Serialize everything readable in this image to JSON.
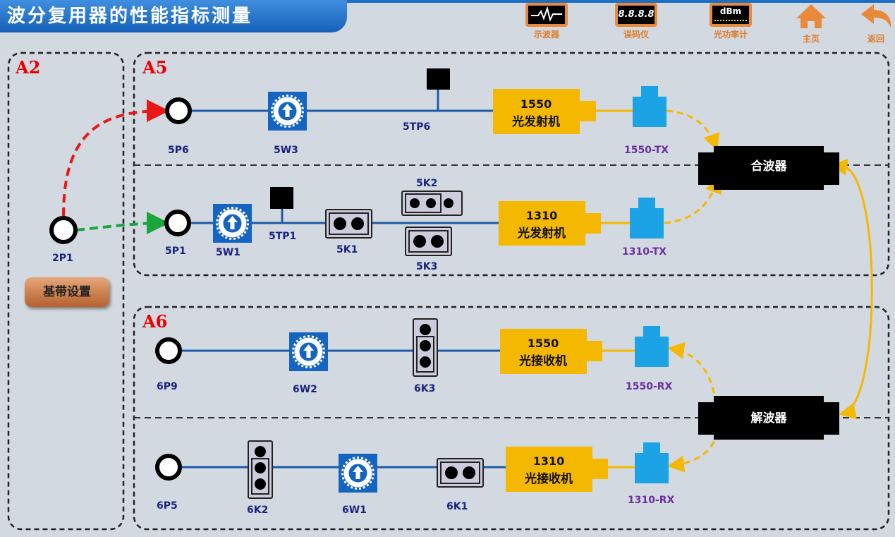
{
  "title": "波分复用器的性能指标测量",
  "toolbar": [
    {
      "label": "示波器",
      "icon": "oscilloscope-icon"
    },
    {
      "label": "误码仪",
      "icon": "bit-error-tester-icon",
      "screen": "8.8.8.8"
    },
    {
      "label": "光功率计",
      "icon": "optical-power-meter-icon",
      "screen": "dBm"
    },
    {
      "label": "主页",
      "icon": "home-icon"
    },
    {
      "label": "返回",
      "icon": "back-arrow-icon"
    }
  ],
  "areas": {
    "a2": "A2",
    "a5": "A5",
    "a6": "A6"
  },
  "baseband_button": "基带设置",
  "a2": {
    "port": "2P1"
  },
  "a5": {
    "p6": "5P6",
    "w3": "5W3",
    "tp6": "5TP6",
    "tx1550": [
      "1550",
      "光发射机"
    ],
    "conn1550": "1550-TX",
    "p1": "5P1",
    "w1": "5W1",
    "tp1": "5TP1",
    "k1": "5K1",
    "k2": "5K2",
    "k3": "5K3",
    "tx1310": [
      "1310",
      "光发射机"
    ],
    "conn1310": "1310-TX"
  },
  "a6": {
    "p9": "6P9",
    "w2": "6W2",
    "k3": "6K3",
    "rx1550": [
      "1550",
      "光接收机"
    ],
    "conn1550": "1550-RX",
    "p5": "6P5",
    "k2": "6K2",
    "w1": "6W1",
    "k1": "6K1",
    "rx1310": [
      "1310",
      "光接收机"
    ],
    "conn1310": "1310-RX"
  },
  "mux": "合波器",
  "demux": "解波器",
  "colors": {
    "wire": "#1f5ba8",
    "fiber": "#f5b800",
    "module": "#f5b800",
    "connector": "#1ba3e6",
    "red_link": "#e81818",
    "green_link": "#1aa63a"
  }
}
